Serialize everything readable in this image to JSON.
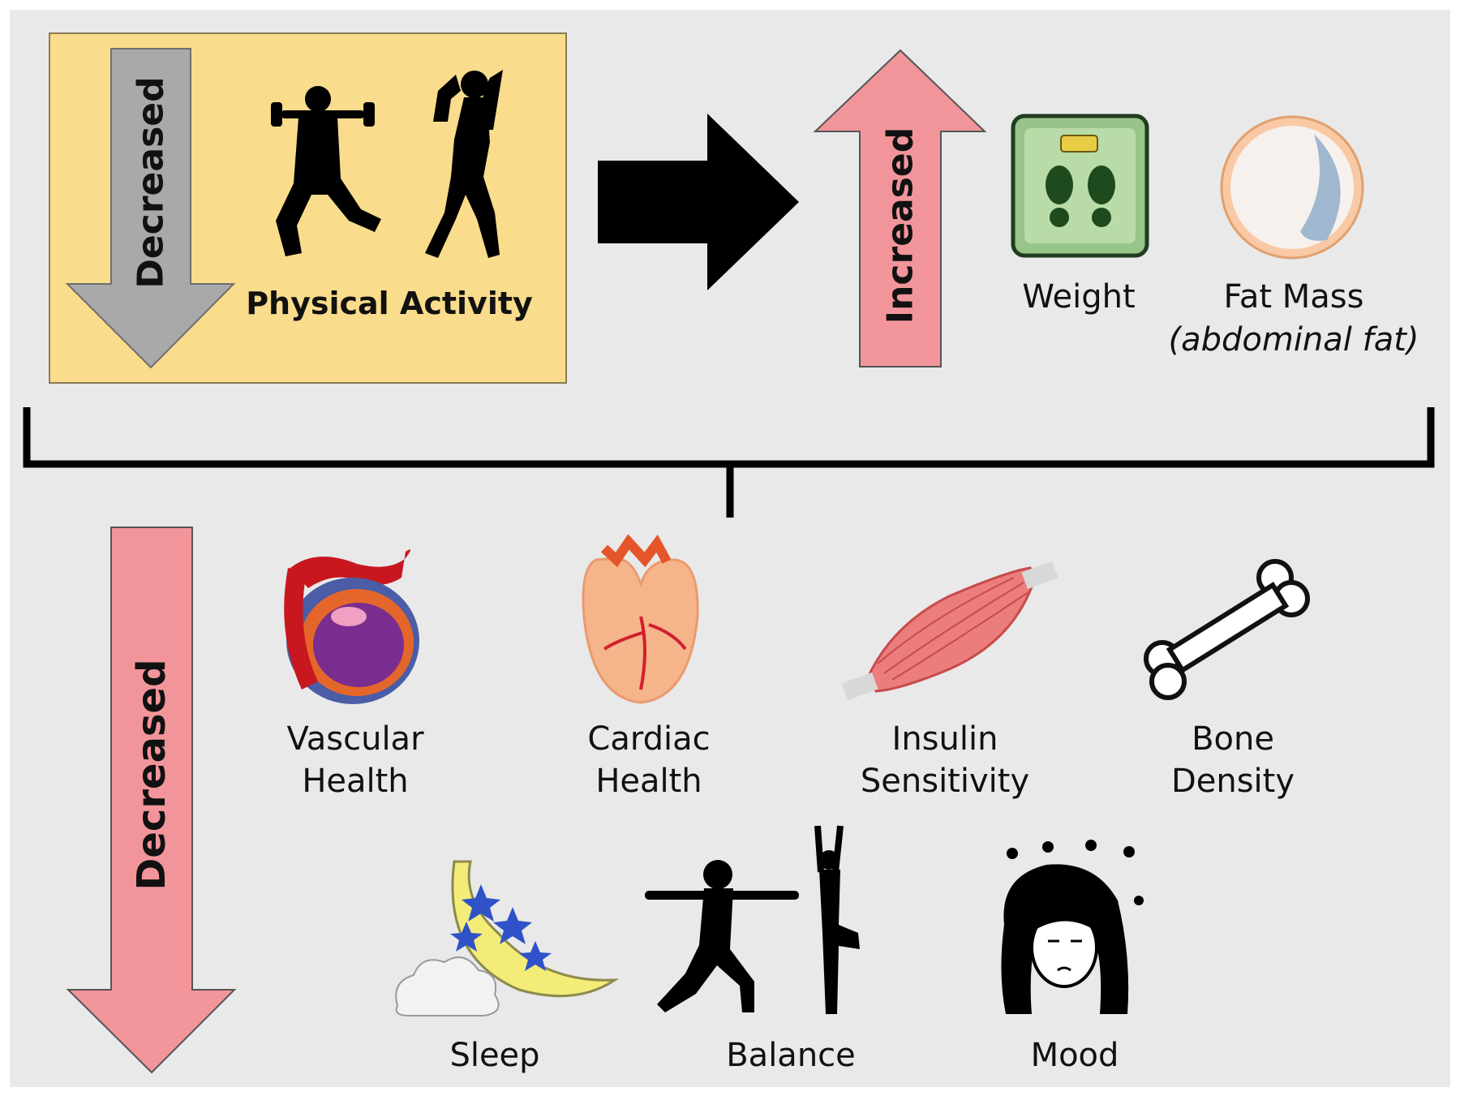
{
  "top_left": {
    "arrow_label": "Decreased",
    "caption": "Physical Activity"
  },
  "top_right": {
    "arrow_label": "Increased",
    "weight_label": "Weight",
    "fat_mass_label": "Fat Mass",
    "fat_mass_sub": "(abdominal fat)"
  },
  "bottom": {
    "arrow_label": "Decreased",
    "items_row1": [
      {
        "line1": "Vascular",
        "line2": "Health",
        "icon": "artery-icon"
      },
      {
        "line1": "Cardiac",
        "line2": "Health",
        "icon": "heart-icon"
      },
      {
        "line1": "Insulin",
        "line2": "Sensitivity",
        "icon": "muscle-icon"
      },
      {
        "line1": "Bone",
        "line2": "Density",
        "icon": "bone-icon"
      }
    ],
    "items_row2": [
      {
        "label": "Sleep",
        "icon": "moon-icon"
      },
      {
        "label": "Balance",
        "icon": "yoga-icon"
      },
      {
        "label": "Mood",
        "icon": "stressed-person-icon"
      }
    ]
  },
  "colors": {
    "background": "#e9e9e9",
    "panel_yellow": "#f9dc8c",
    "gray_arrow": "#a9a9a9",
    "pink_arrow": "#f2959b",
    "black_arrow": "#000000"
  }
}
